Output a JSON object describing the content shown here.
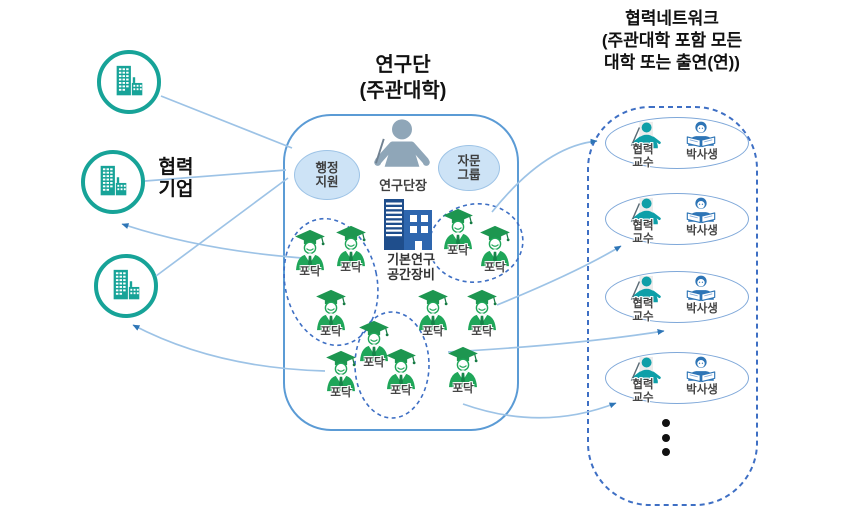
{
  "companies": {
    "label": "협력\n기업"
  },
  "research_group": {
    "title": "연구단\n(주관대학)",
    "director_label": "연구단장",
    "admin_support_label": "행정\n지원",
    "advisory_label": "자문\n그룹",
    "facility_label": "기본연구\n공간장비",
    "postdoc_label": "포닥"
  },
  "network": {
    "title": "협력네트워크\n(주관대학 포함 모든\n대학 또는 출연(연))",
    "professor_label": "협력\n교수",
    "phd_label": "박사생"
  },
  "colors": {
    "company_teal": "#17A398",
    "box_border_blue": "#5B9BD5",
    "light_blue_fill": "#CDE3F6",
    "building_navy": "#1F4E8C",
    "building_navy_light": "#2E66AE",
    "student_green": "#1FA659",
    "student_green_dark": "#1D9650",
    "professor_teal": "#0E9FA8",
    "phd_blue": "#2E75B6",
    "dashed_blue": "#3E6FC4",
    "connector_blue": "#9DC3E6",
    "arrow_blue": "#2E75B6",
    "director_gray": "#8FA6B8",
    "label_gray": "#454545"
  }
}
